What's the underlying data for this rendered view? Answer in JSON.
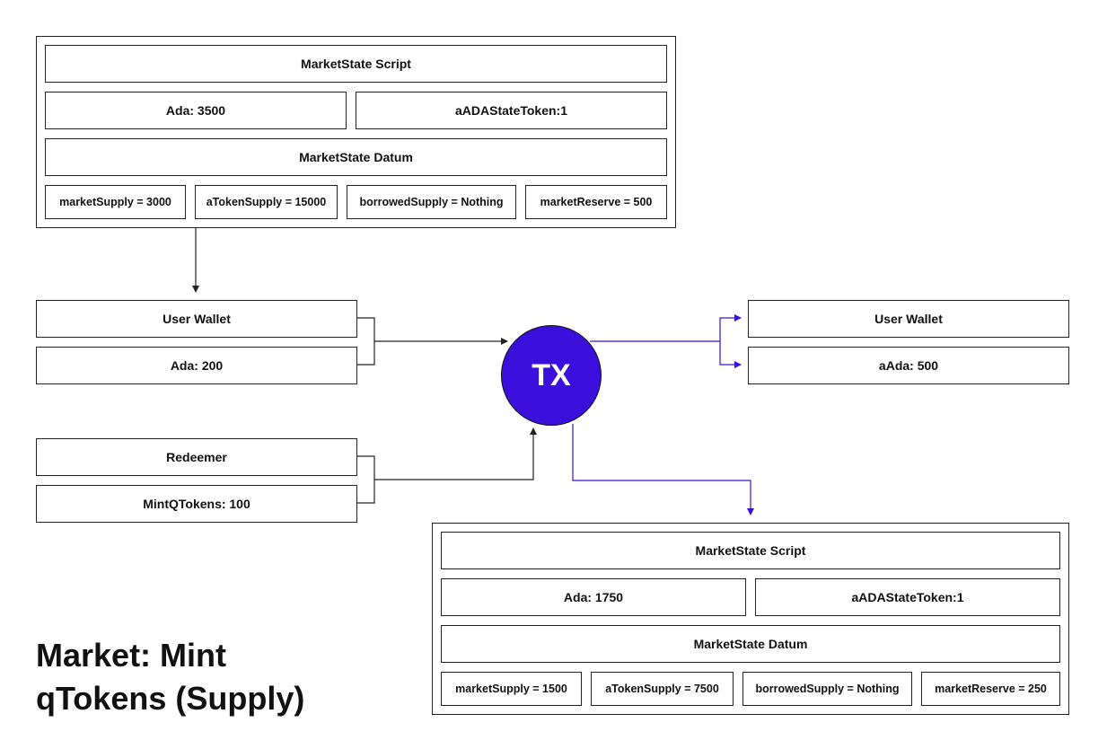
{
  "input_utxo": {
    "script": "MarketState Script",
    "ada": "Ada: 3500",
    "state_token": "aADAStateToken:1",
    "datum": "MarketState Datum",
    "fields": [
      "marketSupply = 3000",
      "aTokenSupply = 15000",
      "borrowedSupply = Nothing",
      "marketReserve = 500"
    ]
  },
  "user_wallet_in": {
    "label": "User Wallet",
    "value": "Ada: 200"
  },
  "redeemer": {
    "label": "Redeemer",
    "value": "MintQTokens: 100"
  },
  "tx": {
    "label": "TX",
    "color": "#3a0fdc"
  },
  "user_wallet_out": {
    "label": "User Wallet",
    "value": "aAda: 500"
  },
  "output_utxo": {
    "script": "MarketState Script",
    "ada": "Ada: 1750",
    "state_token": "aADAStateToken:1",
    "datum": "MarketState Datum",
    "fields": [
      "marketSupply = 1500",
      "aTokenSupply = 7500",
      "borrowedSupply = Nothing",
      "marketReserve = 250"
    ]
  },
  "title": {
    "line1": "Market: Mint",
    "line2": "qTokens (Supply)"
  },
  "colors": {
    "input_arrow": "#222222",
    "output_arrow": "#3a0fdc"
  }
}
